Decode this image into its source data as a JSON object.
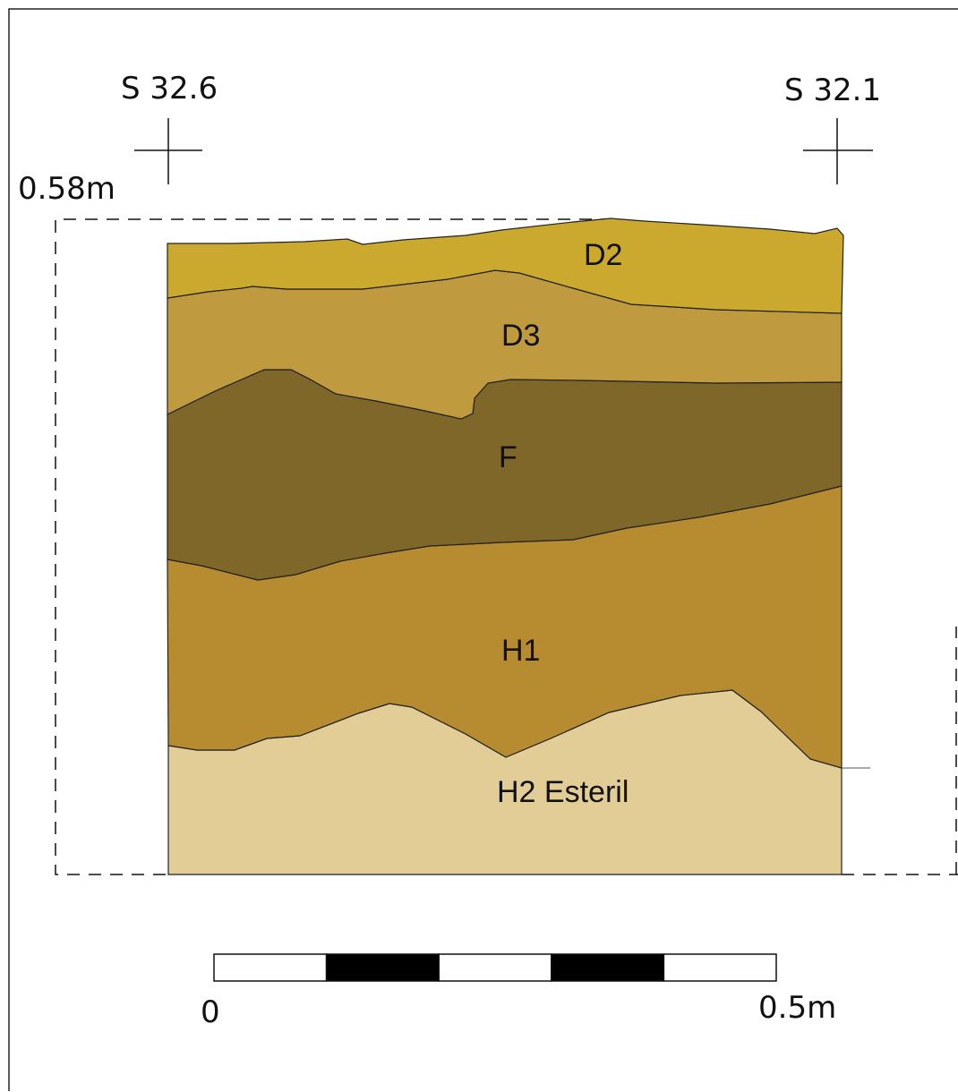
{
  "datums": {
    "left": "S 32.6",
    "right": "S 32.1"
  },
  "depth_label": "0.58m",
  "layers": [
    {
      "id": "D2",
      "label": "D2",
      "color": "#cba92e"
    },
    {
      "id": "D3",
      "label": "D3",
      "color": "#c09a3f"
    },
    {
      "id": "F",
      "label": "F",
      "color": "#7e6729"
    },
    {
      "id": "H1",
      "label": "H1",
      "color": "#b78c31"
    },
    {
      "id": "H2",
      "label": "H2 Esteril",
      "color": "#e3cd97"
    }
  ],
  "scale_bar": {
    "start_label": "0",
    "end_label": "0.5m",
    "segments": 5
  }
}
